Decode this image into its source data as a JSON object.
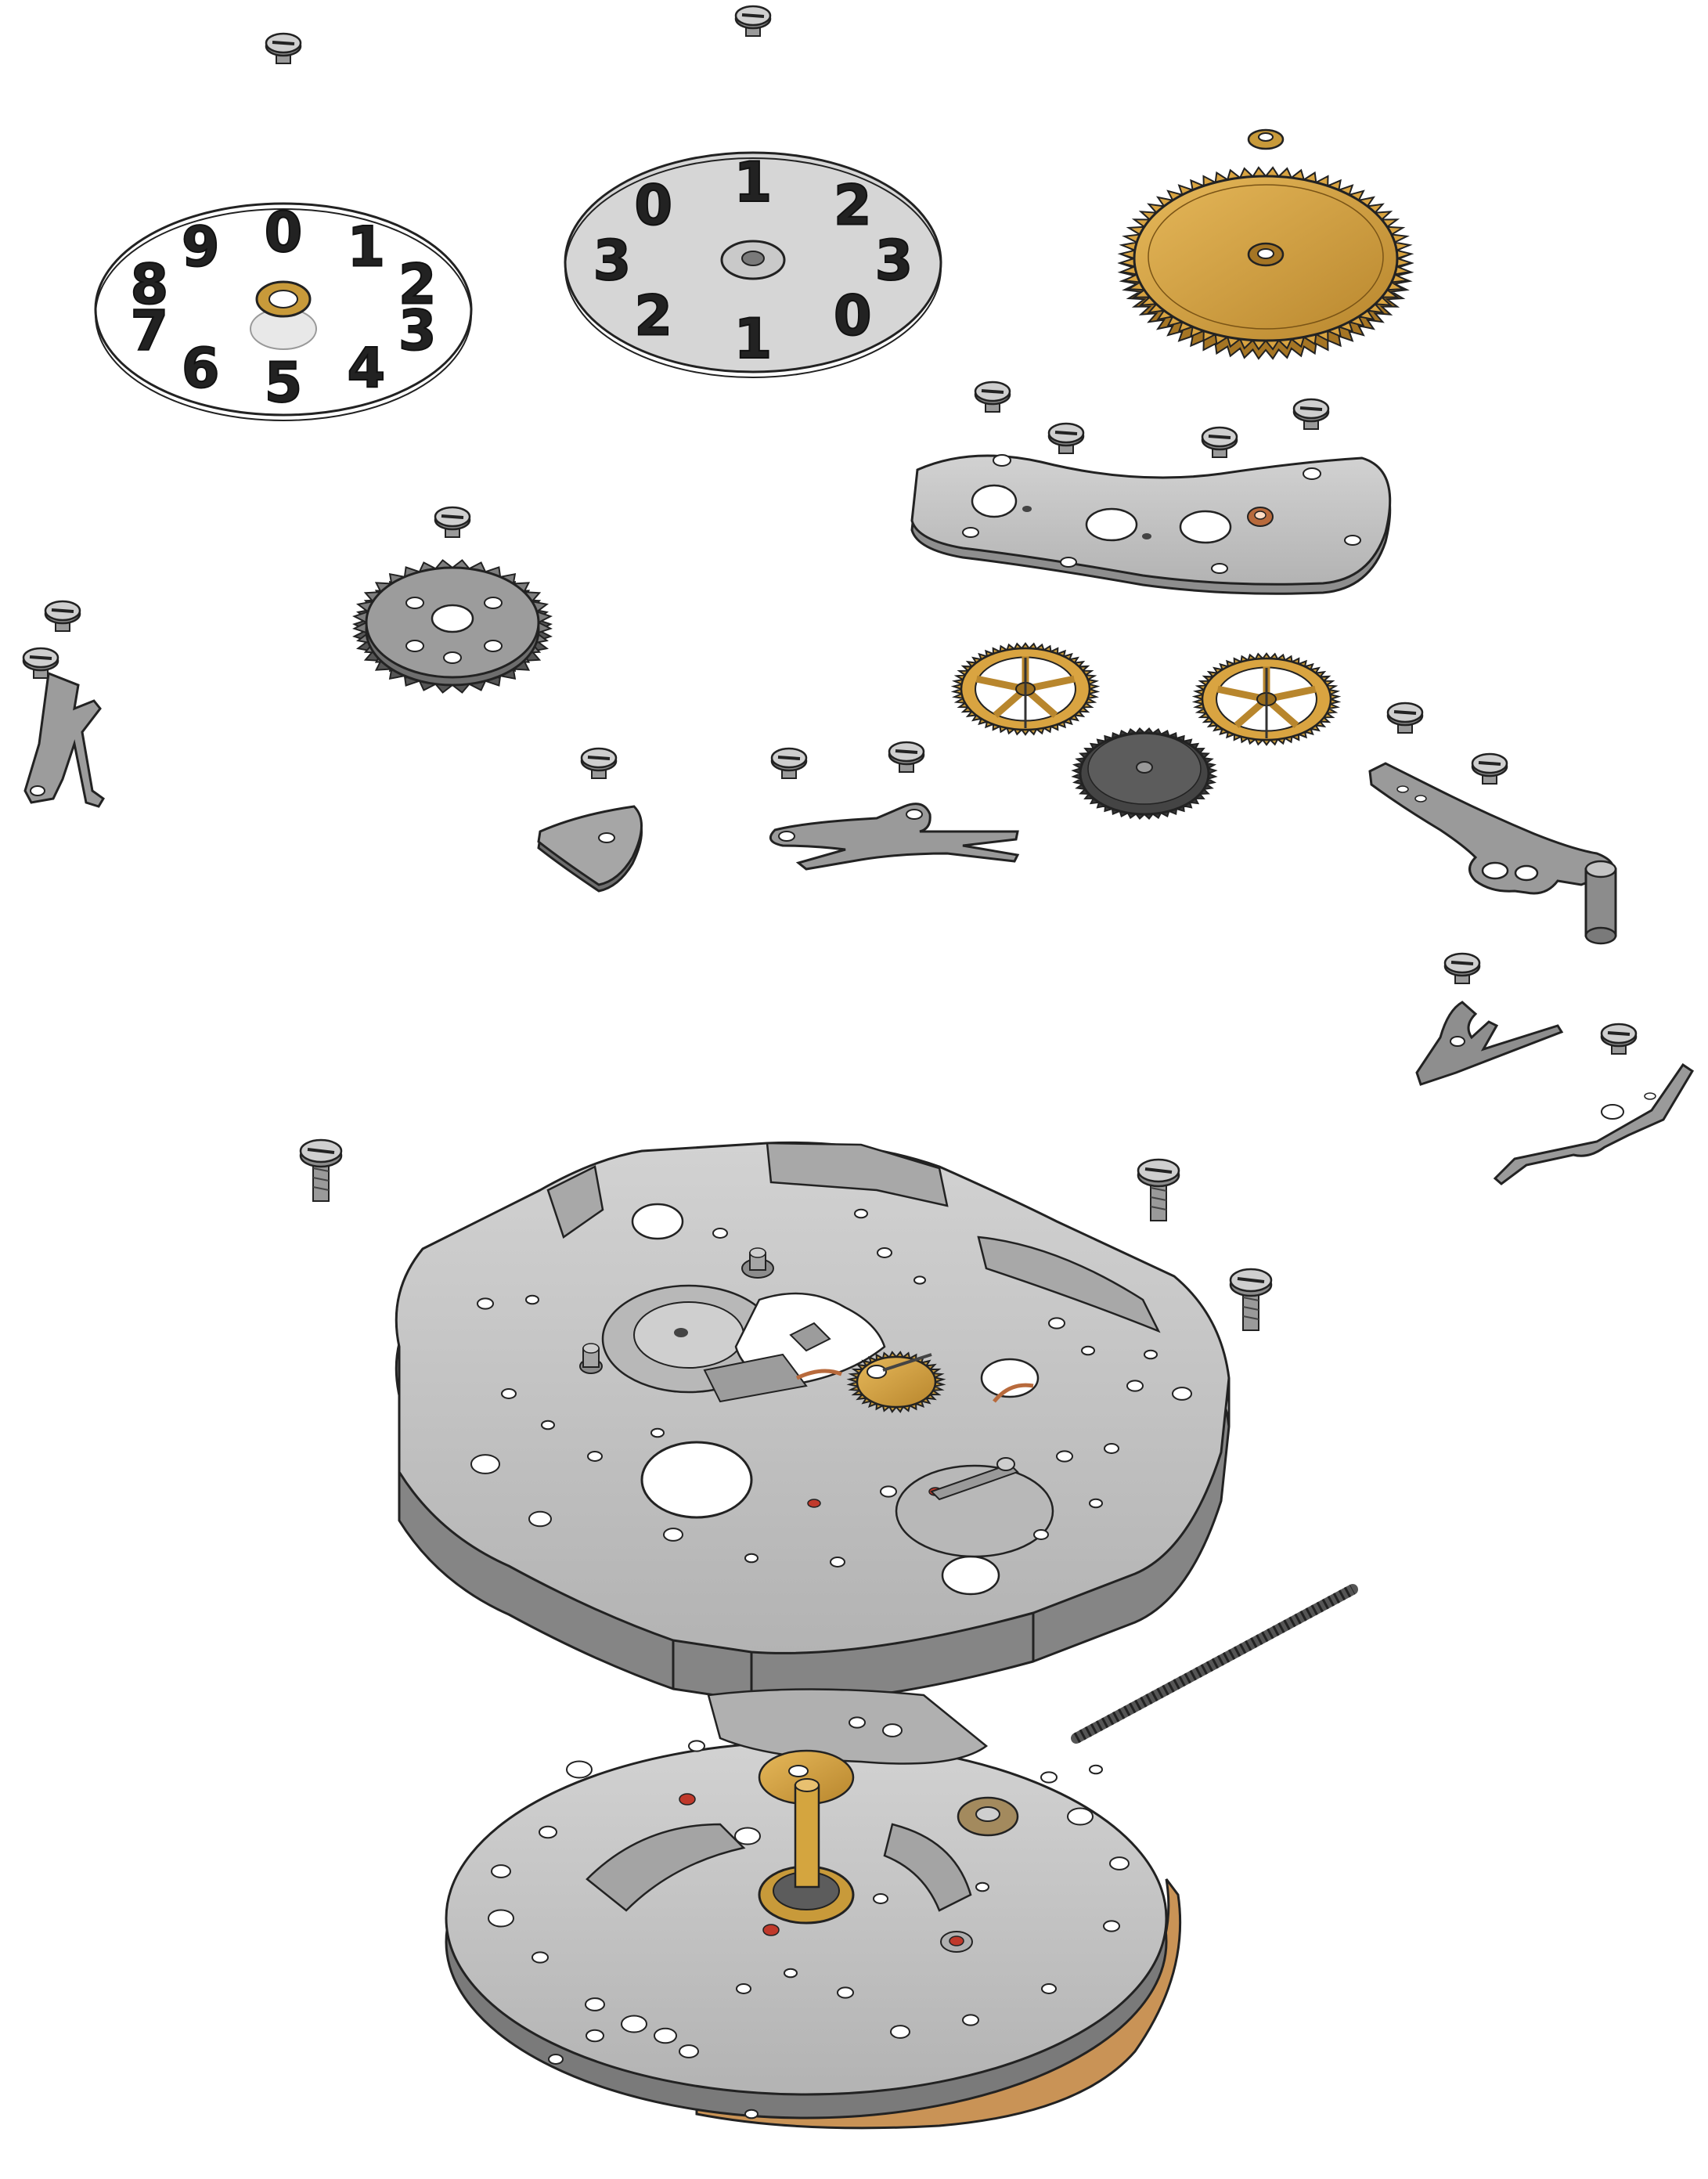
{
  "diagram": {
    "colors": {
      "steel": "#c4c4c4",
      "steel_dark": "#8e8e8e",
      "steel_light": "#dadada",
      "brass": "#d9a441",
      "brass_dark": "#9c6f1f",
      "copper": "#b86a3c",
      "ruby": "#c0392b",
      "outline": "#222222"
    },
    "date_disc_units": {
      "numerals": [
        "0",
        "1",
        "2",
        "3",
        "4",
        "5",
        "6",
        "7",
        "8",
        "9"
      ]
    },
    "date_disc_tens": {
      "numerals": [
        "1",
        "2",
        "3",
        "0",
        "1",
        "2",
        "3",
        "0"
      ]
    }
  }
}
